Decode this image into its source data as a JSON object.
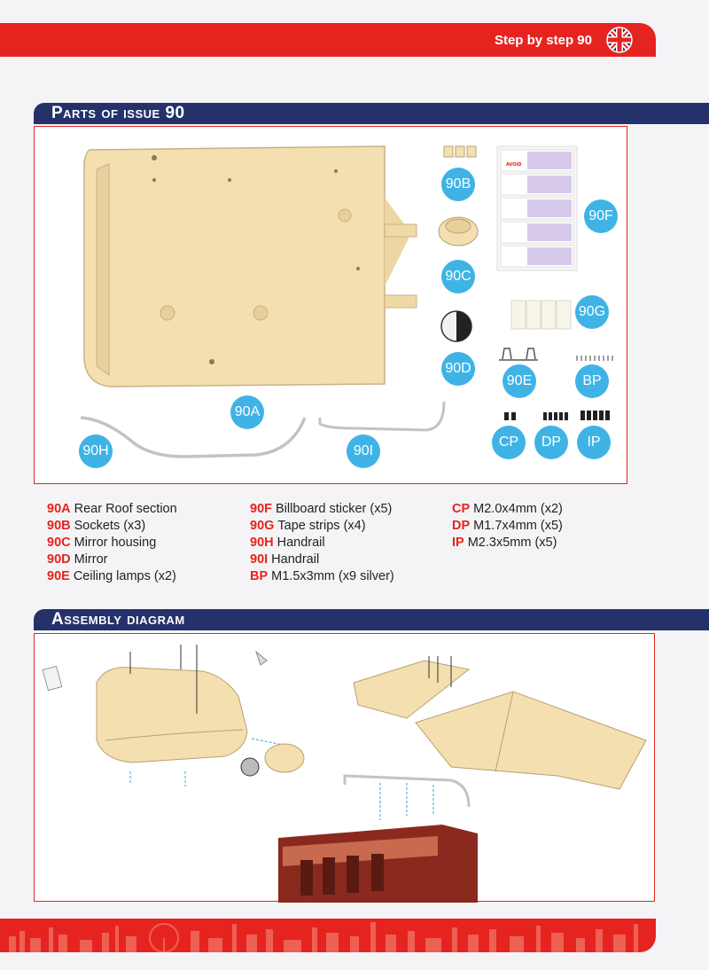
{
  "header": {
    "title": "Step by step 90",
    "flag_icon": "union-jack-flag-icon"
  },
  "sections": {
    "parts_title": "Parts of issue 90",
    "assembly_title": "Assembly diagram"
  },
  "badges": {
    "a": "90A",
    "b": "90B",
    "c": "90C",
    "d": "90D",
    "e": "90E",
    "f": "90F",
    "g": "90G",
    "h": "90H",
    "i": "90I",
    "bp": "BP",
    "cp": "CP",
    "dp": "DP",
    "ip": "IP"
  },
  "sticker_text": "AVOID",
  "legend": {
    "col1": [
      {
        "code": "90A",
        "text": "Rear Roof section"
      },
      {
        "code": "90B",
        "text": "Sockets (x3)"
      },
      {
        "code": "90C",
        "text": "Mirror housing"
      },
      {
        "code": "90D",
        "text": "Mirror"
      },
      {
        "code": "90E",
        "text": "Ceiling lamps (x2)"
      }
    ],
    "col2": [
      {
        "code": "90F",
        "text": "Billboard sticker (x5)"
      },
      {
        "code": "90G",
        "text": "Tape strips (x4)"
      },
      {
        "code": "90H",
        "text": "Handrail"
      },
      {
        "code": "90I",
        "text": "Handrail"
      },
      {
        "code": "BP",
        "text": "M1.5x3mm (x9 silver)"
      }
    ],
    "col3": [
      {
        "code": "CP",
        "text": "M2.0x4mm (x2)"
      },
      {
        "code": "DP",
        "text": "M1.7x4mm (x5)"
      },
      {
        "code": "IP",
        "text": "M2.3x5mm (x5)"
      }
    ]
  },
  "colors": {
    "accent_red": "#e52420",
    "navy": "#25316a",
    "badge_blue": "#3fb3e6",
    "part_cream": "#f3dfb0"
  }
}
